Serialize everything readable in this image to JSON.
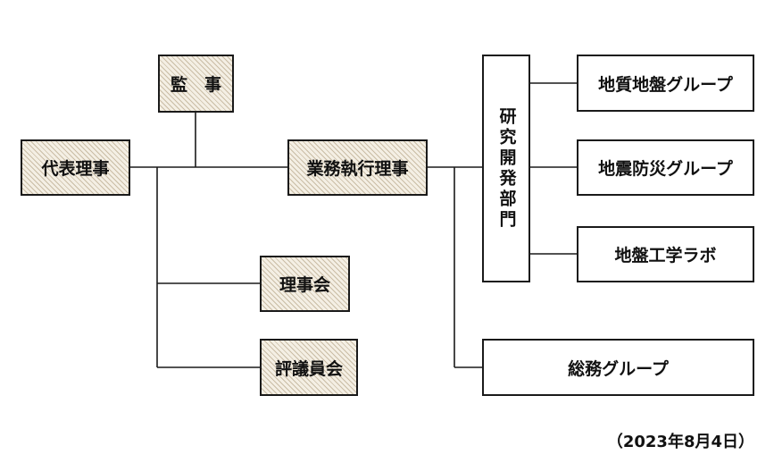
{
  "nodes": {
    "representative_director": "代表理事",
    "auditor": "監　事",
    "executive_director": "業務執行理事",
    "board_of_directors": "理事会",
    "council": "評議員会",
    "rd_department": "研究開発部門",
    "geology_group": "地質地盤グループ",
    "earthquake_disaster_group": "地震防災グループ",
    "geotechnical_lab": "地盤工学ラボ",
    "general_affairs_group": "総務グループ"
  },
  "date": "（2023年8月4日）",
  "colors": {
    "hatch_fill": "#f4efe4",
    "border": "#1a1a1a",
    "line": "#1a1a1a"
  }
}
